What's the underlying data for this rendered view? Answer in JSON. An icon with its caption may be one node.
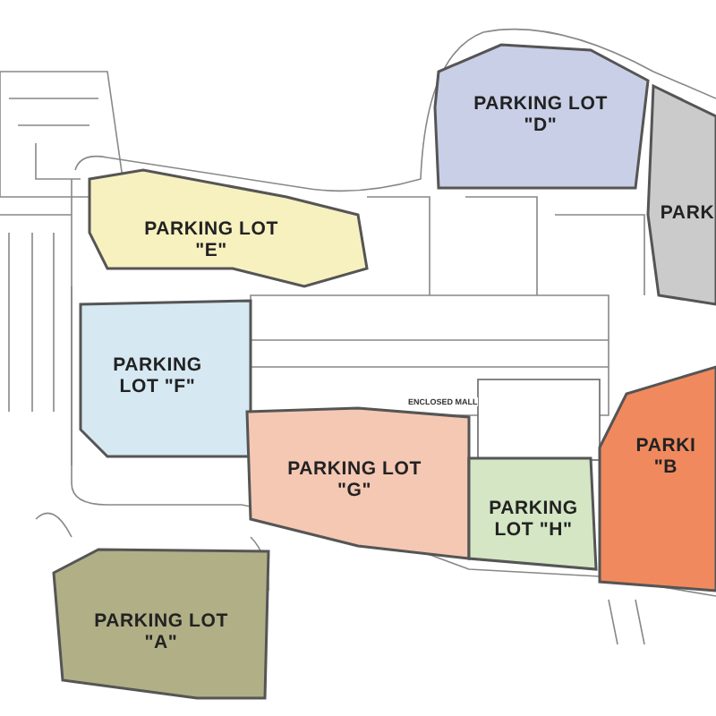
{
  "diagram": {
    "nodes": [
      {
        "text": [
          "PARKING LOT \"D\""
        ]
      },
      {
        "text": [
          "PARK"
        ]
      },
      {
        "text": [
          "PARKING LOT \"E\""
        ]
      },
      {
        "text": [
          "PARKING LOT \"F\""
        ]
      },
      {
        "text": [
          "PARKING LOT \"G\""
        ]
      },
      {
        "text": [
          "PARKING LOT \"H\""
        ]
      },
      {
        "text": [
          "PARKI \"B"
        ]
      },
      {
        "text": [
          "PARKING LOT \"A\""
        ]
      }
    ],
    "labels": [
      "ENCLOSED MALL"
    ]
  }
}
